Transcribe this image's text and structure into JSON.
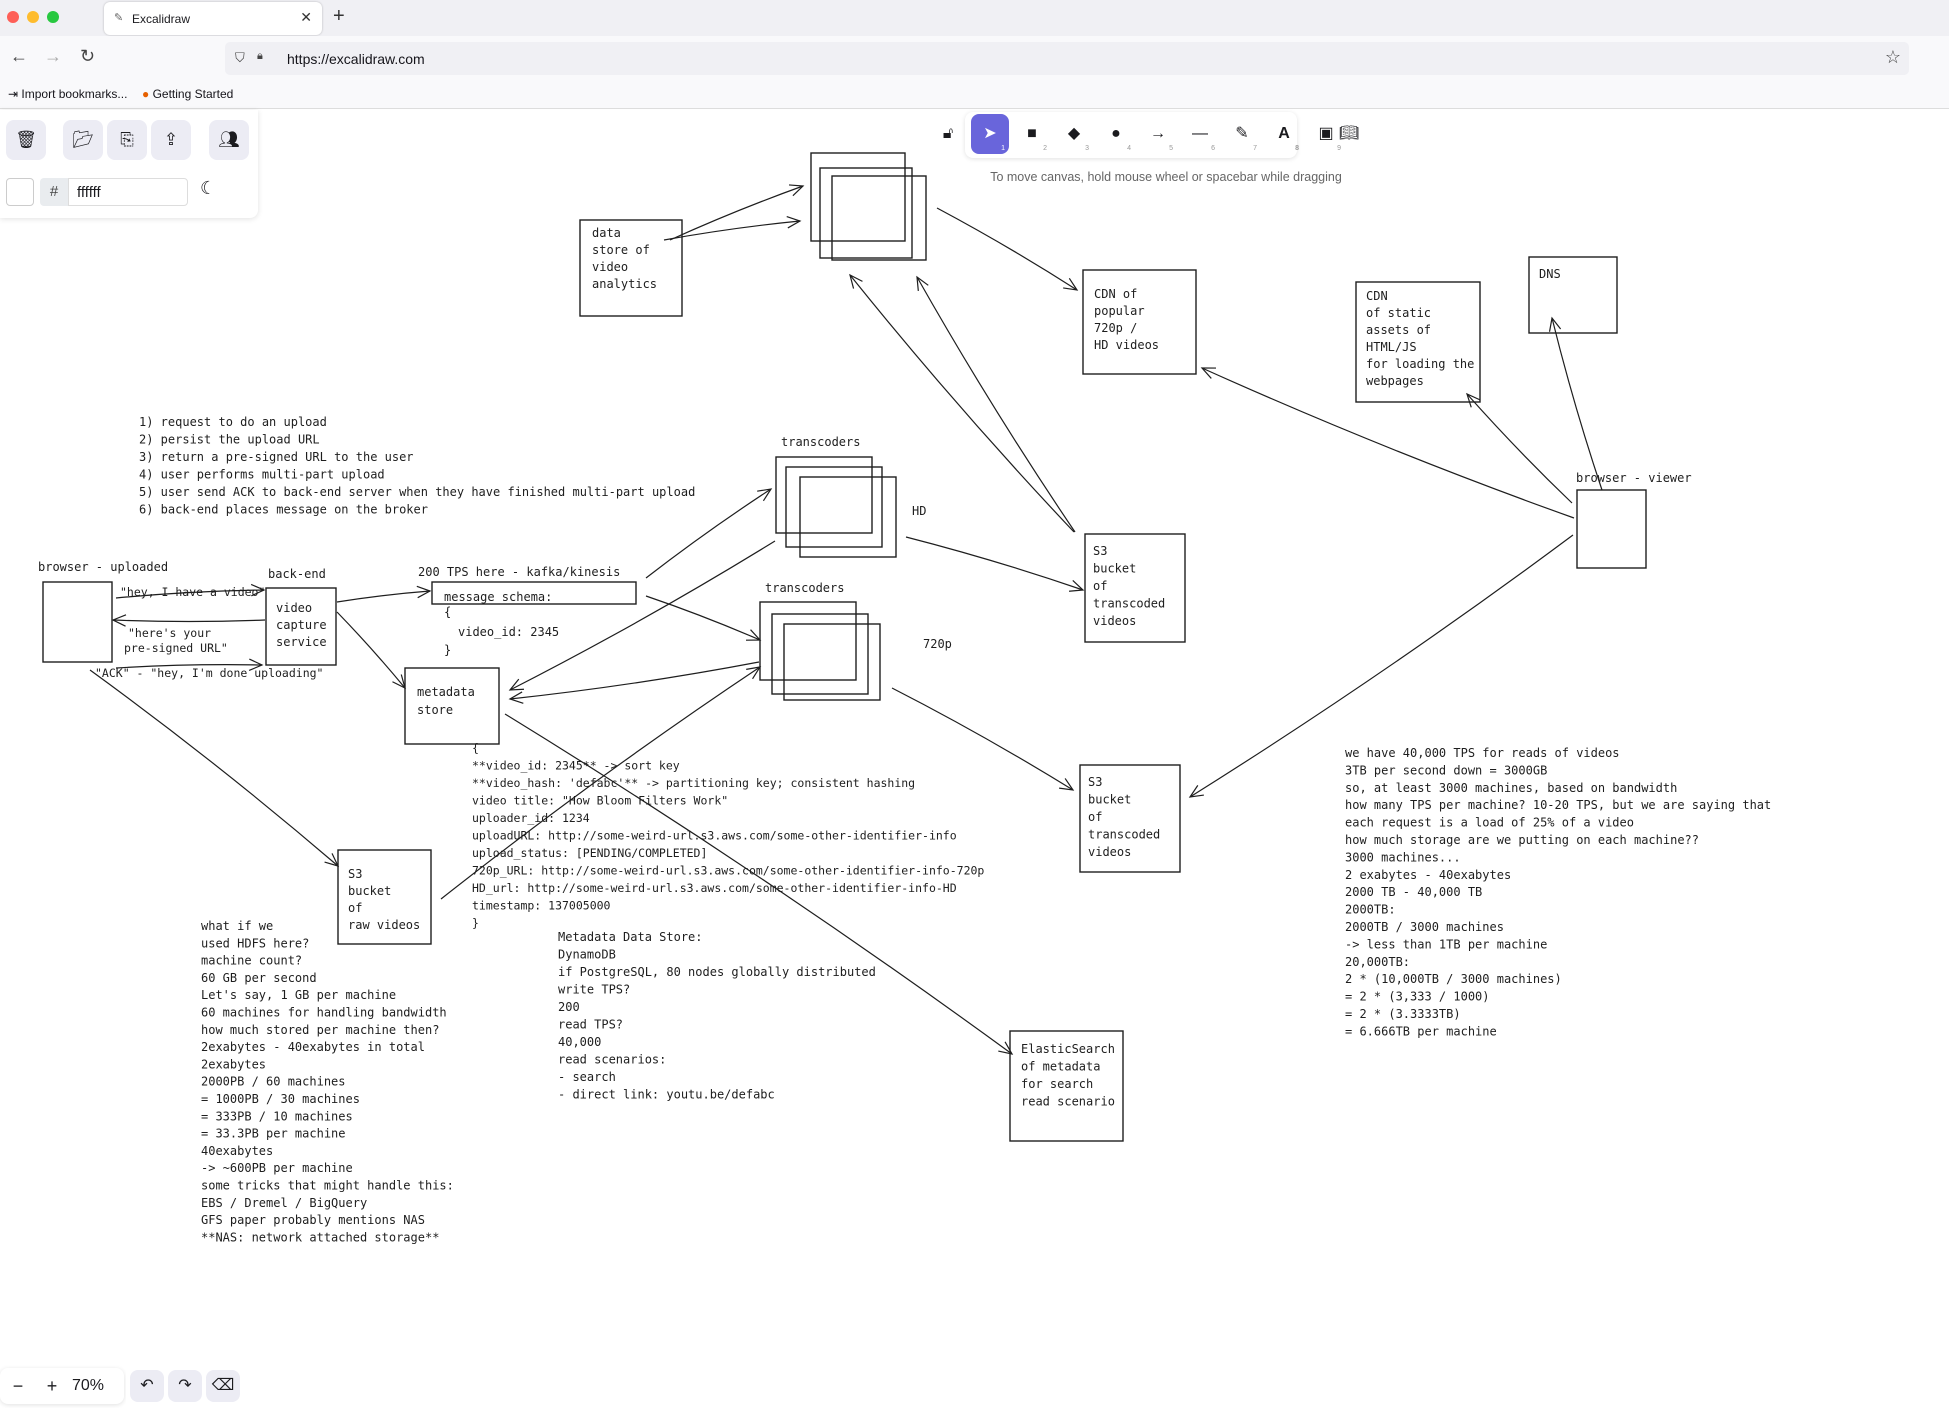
{
  "browser": {
    "tab_title": "Excalidraw",
    "url": "https://excalidraw.com",
    "bookmarks": [
      "Import bookmarks...",
      "Getting Started"
    ]
  },
  "panel": {
    "hex_value": "ffffff",
    "hash_label": "#"
  },
  "toolbar": {
    "keys": [
      "1",
      "2",
      "3",
      "4",
      "5",
      "6",
      "7",
      "8",
      "9"
    ],
    "hint": "To move canvas, hold mouse wheel or spacebar while dragging"
  },
  "zoom": {
    "level": "70%"
  },
  "colors": {
    "accent": "#6965db",
    "stroke": "#1e1e1e",
    "canvas": "#ffffff"
  },
  "canvas": {
    "data_store_box": [
      "data",
      "store of",
      "video",
      "analytics"
    ],
    "cdn_popular_box": [
      "CDN of",
      "popular",
      "720p /",
      "HD videos"
    ],
    "cdn_static_box": [
      "CDN",
      "of static",
      "assets of",
      "HTML/JS",
      "for loading the",
      "webpages"
    ],
    "dns_box": [
      "DNS"
    ],
    "browser_viewer_label": "browser - viewer",
    "steps": [
      "1) request to do an upload",
      "2) persist the upload URL",
      "3) return a pre-signed URL to the user",
      "4) user performs multi-part upload",
      "5) user send ACK to back-end server when they have finished multi-part upload",
      "6) back-end places message on the broker"
    ],
    "transcoders_top_label": "transcoders",
    "hd_label": "HD",
    "s3_transcoded_top": [
      "S3",
      "bucket",
      "of",
      "transcoded",
      "videos"
    ],
    "browser_uploaded_label": "browser - uploaded",
    "backend_label": "back-end",
    "msg_hey": "\"hey, I have a video\"",
    "msg_presigned": [
      "\"here's your",
      "pre-signed URL\""
    ],
    "msg_ack": "\"ACK\" - \"hey, I'm done uploading\"",
    "video_capture_box": [
      "video",
      "capture",
      "service"
    ],
    "kafka_label": "200 TPS here - kafka/kinesis",
    "message_schema": "message schema:",
    "schema_lines": [
      "{",
      "video_id: 2345",
      "}"
    ],
    "transcoders_bottom_label": "transcoders",
    "p720_label": "720p",
    "metadata_box": [
      "metadata",
      "store"
    ],
    "metadata_schema": [
      "{",
      "**video_id: 2345** -> sort key",
      "**video_hash: 'defabc'** -> partitioning key; consistent hashing",
      "video title: \"How Bloom Filters Work\"",
      "uploader_id: 1234",
      "uploadURL: http://some-weird-url.s3.aws.com/some-other-identifier-info",
      "upload_status: [PENDING/COMPLETED]",
      "720p_URL: http://some-weird-url.s3.aws.com/some-other-identifier-info-720p",
      "HD_url: http://some-weird-url.s3.aws.com/some-other-identifier-info-HD",
      "timestamp: 137005000",
      "}"
    ],
    "s3_raw_box": [
      "S3",
      "bucket",
      "of",
      "raw videos"
    ],
    "s3_transcoded_bottom": [
      "S3",
      "bucket",
      "of",
      "transcoded",
      "videos"
    ],
    "metadata_notes": [
      "Metadata Data Store:",
      "DynamoDB",
      "",
      "if PostgreSQL, 80 nodes globally distributed",
      "",
      "write TPS?",
      "200",
      "read TPS?",
      "40,000",
      "",
      "read scenarios:",
      "- search",
      "- direct link: youtu.be/defabc"
    ],
    "elastic_box": [
      "ElasticSearch",
      "of metadata",
      "for search",
      "read scenario"
    ],
    "hdfs_notes": [
      "what if we",
      "used HDFS here?",
      "",
      "machine count?",
      "60 GB per second",
      "Let's say, 1 GB per machine",
      "",
      "60 machines for handling bandwidth",
      "",
      "how much stored per machine then?",
      "2exabytes - 40exabytes in total",
      "",
      "2exabytes",
      "2000PB / 60 machines",
      "= 1000PB / 30 machines",
      "= 333PB / 10 machines",
      "= 33.3PB per machine",
      "",
      "40exabytes",
      "-> ~600PB per machine",
      "",
      "some tricks that might handle this:",
      "EBS / Dremel / BigQuery",
      "GFS paper probably mentions NAS",
      "**NAS: network attached storage**"
    ],
    "right_notes": [
      "we have 40,000 TPS for reads of videos",
      "3TB per second down = 3000GB",
      "",
      "so, at least 3000 machines, based on bandwidth",
      "how many TPS per machine? 10-20 TPS, but we are saying that",
      "each request is a load of 25% of a video",
      "",
      "how much storage are we putting on each machine??",
      "3000 machines...",
      "2 exabytes - 40exabytes",
      "2000 TB - 40,000 TB",
      "",
      "2000TB:",
      "2000TB / 3000 machines",
      "-> less than 1TB per machine",
      "",
      "20,000TB:",
      "2 * (10,000TB / 3000 machines)",
      "= 2 * (3,333 / 1000)",
      "= 2 * (3.3333TB)",
      "= 6.666TB per machine"
    ]
  }
}
